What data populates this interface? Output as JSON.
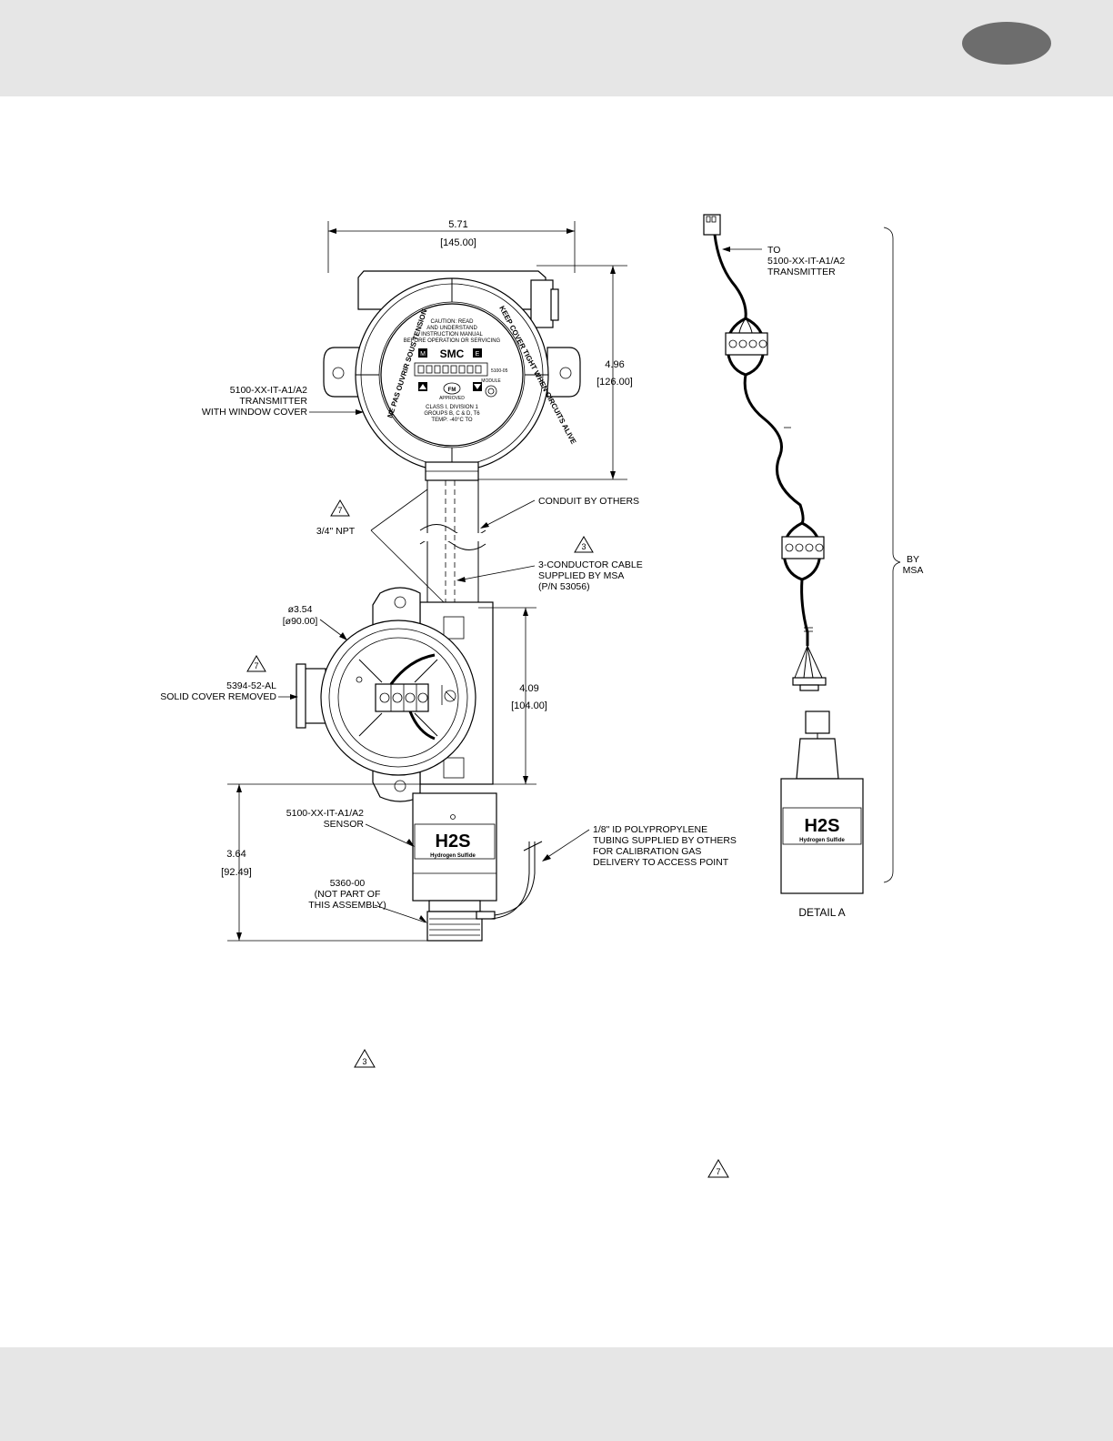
{
  "header": {
    "tab_color": "#6d6d6d",
    "band_color": "#e6e6e6"
  },
  "dimensions": {
    "width": "5.71",
    "width_mm": "[145.00]",
    "transmitter_height": "4.96",
    "transmitter_height_mm": "[126.00]",
    "junction_dia": "ø3.54",
    "junction_dia_mm": "[ø90.00]",
    "junction_height": "4.09",
    "junction_height_mm": "[104.00]",
    "sensor_height": "3.64",
    "sensor_height_mm": "[92.49]"
  },
  "callouts": {
    "transmitter": [
      "5100-XX-IT-A1/A2",
      "TRANSMITTER",
      "WITH WINDOW COVER"
    ],
    "conduit": "CONDUIT BY OTHERS",
    "npt": "3/4\" NPT",
    "cable": [
      "3-CONDUCTOR CABLE",
      "SUPPLIED BY MSA",
      "(P/N 53056)"
    ],
    "solid_cover": [
      "5394-52-AL",
      "SOLID COVER REMOVED"
    ],
    "sensor": [
      "5100-XX-IT-A1/A2",
      "SENSOR"
    ],
    "tubing": [
      "1/8\" ID POLYPROPYLENE",
      "TUBING SUPPLIED BY OTHERS",
      "FOR CALIBRATION GAS",
      "DELIVERY TO ACCESS POINT"
    ],
    "not_part": [
      "5360-00",
      "(NOT PART OF",
      "THIS ASSEMBLY)"
    ],
    "to_transmitter": [
      "TO",
      "5100-XX-IT-A1/A2",
      "TRANSMITTER"
    ],
    "by_msa": [
      "BY",
      "MSA"
    ],
    "detail": "DETAIL A"
  },
  "notes": {
    "note3": "3",
    "note7": "7"
  },
  "faceplate": {
    "ring_left": "NE PAS OUVRIR SOUS TENSION",
    "ring_right": "KEEP COVER TIGHT WHEN CIRCUITS ALIVE",
    "caution": [
      "CAUTION: READ",
      "AND UNDERSTAND",
      "INSTRUCTION MANUAL",
      "BEFORE OPERATION OR SERVICING"
    ],
    "logo": "SMC",
    "model": "5100-05",
    "m_key": "M",
    "e_key": "E",
    "fm": "FM",
    "approved": "APPROVED",
    "module": "MODULE",
    "class": [
      "CLASS I, DIVISION 1",
      "GROUPS B, C & D, T6",
      "TEMP: -40°C TO"
    ]
  },
  "sensor_label": {
    "formula": "H2S",
    "name": "Hydrogen Sulfide"
  }
}
